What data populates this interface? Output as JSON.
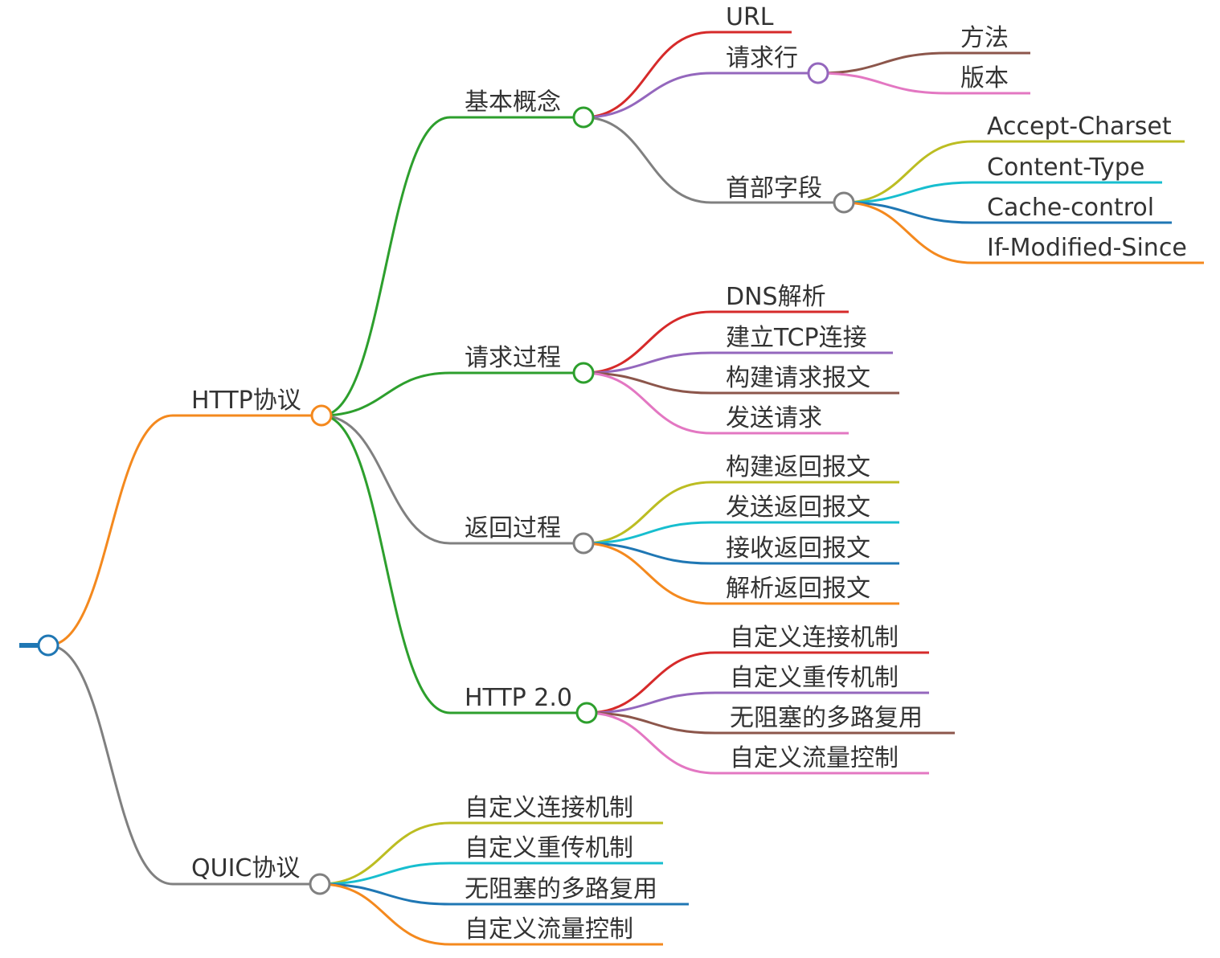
{
  "colors": {
    "orange": "#f4891e",
    "gray": "#808080",
    "green": "#2d9f2d",
    "red": "#d62a2a",
    "purple": "#9467bd",
    "brown": "#8c564b",
    "pink": "#e377c2",
    "olive": "#bcbd22",
    "cyan": "#17becf",
    "blue": "#1f77b4"
  },
  "root": {
    "node_icon": "circle-node-icon"
  },
  "http": {
    "label": "HTTP协议",
    "basic": {
      "label": "基本概念",
      "url": "URL",
      "request_line": {
        "label": "请求行",
        "method": "方法",
        "version": "版本"
      },
      "header_fields": {
        "label": "首部字段",
        "items": [
          "Accept-Charset",
          "Content-Type",
          "Cache-control",
          "If-Modified-Since"
        ]
      }
    },
    "request_process": {
      "label": "请求过程",
      "items": [
        "DNS解析",
        "建立TCP连接",
        "构建请求报文",
        "发送请求"
      ]
    },
    "response_process": {
      "label": "返回过程",
      "items": [
        "构建返回报文",
        "发送返回报文",
        "接收返回报文",
        "解析返回报文"
      ]
    },
    "http2": {
      "label": "HTTP 2.0",
      "items": [
        "自定义连接机制",
        "自定义重传机制",
        "无阻塞的多路复用",
        "自定义流量控制"
      ]
    }
  },
  "quic": {
    "label": "QUIC协议",
    "items": [
      "自定义连接机制",
      "自定义重传机制",
      "无阻塞的多路复用",
      "自定义流量控制"
    ]
  }
}
